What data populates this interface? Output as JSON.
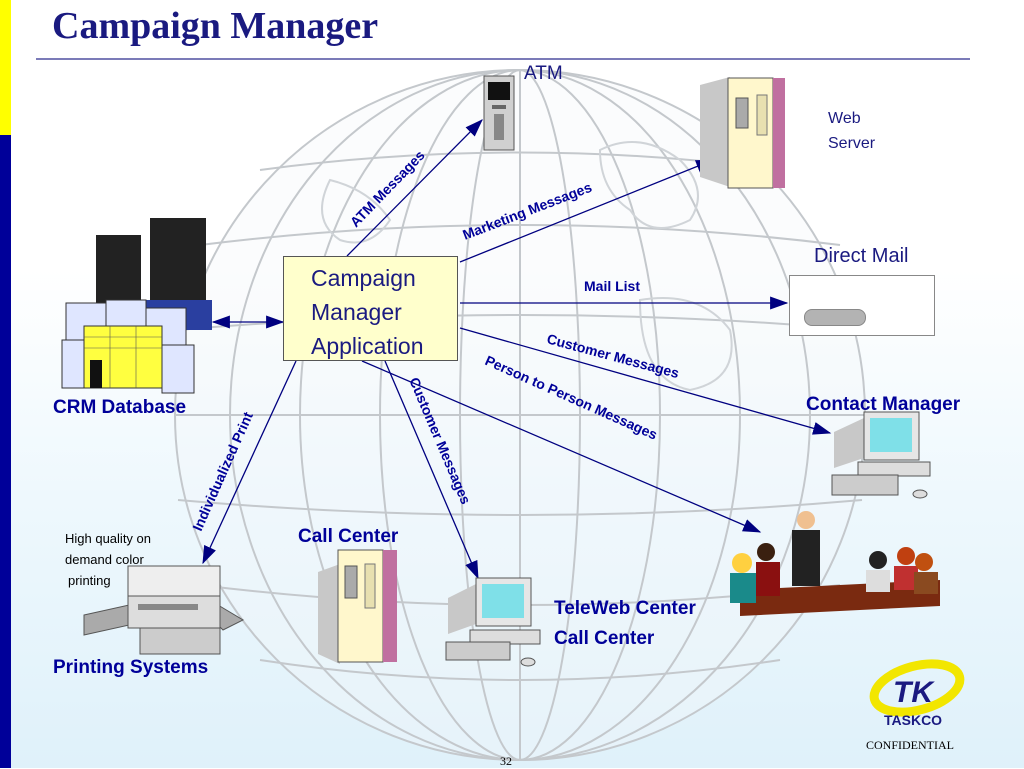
{
  "slide": {
    "title": "Campaign Manager",
    "page_number": "32",
    "confidential": "CONFIDENTIAL",
    "colors": {
      "accent": "#000099",
      "title": "#1a1a80",
      "yellow_bar": "#ffff00",
      "app_box": "#ffffcc",
      "logo_yellow": "#f2e600"
    }
  },
  "diagram": {
    "center_box": {
      "line1": "Campaign",
      "line2": "Manager",
      "line3": "Application"
    },
    "nodes": {
      "atm": "ATM",
      "web_server_line1": "Web",
      "web_server_line2": "Server",
      "direct_mail": "Direct Mail",
      "crm_database": "CRM Database",
      "contact_manager": "Contact Manager",
      "call_center": "Call Center",
      "teleweb_line1": "TeleWeb Center",
      "teleweb_line2": "Call Center",
      "printing_systems": "Printing Systems",
      "printing_note_line1": "High quality on",
      "printing_note_line2": "demand color",
      "printing_note_line3": "printing"
    },
    "edges": {
      "atm_messages": "ATM Messages",
      "marketing_messages": "Marketing Messages",
      "mail_list": "Mail List",
      "customer_messages_right": "Customer Messages",
      "person_to_person": "Person to Person Messages",
      "customer_messages_down": "Customer Messages",
      "individualized_print": "Individualized Print"
    }
  },
  "logo": {
    "mark": "TK",
    "name": "TASKCO"
  }
}
